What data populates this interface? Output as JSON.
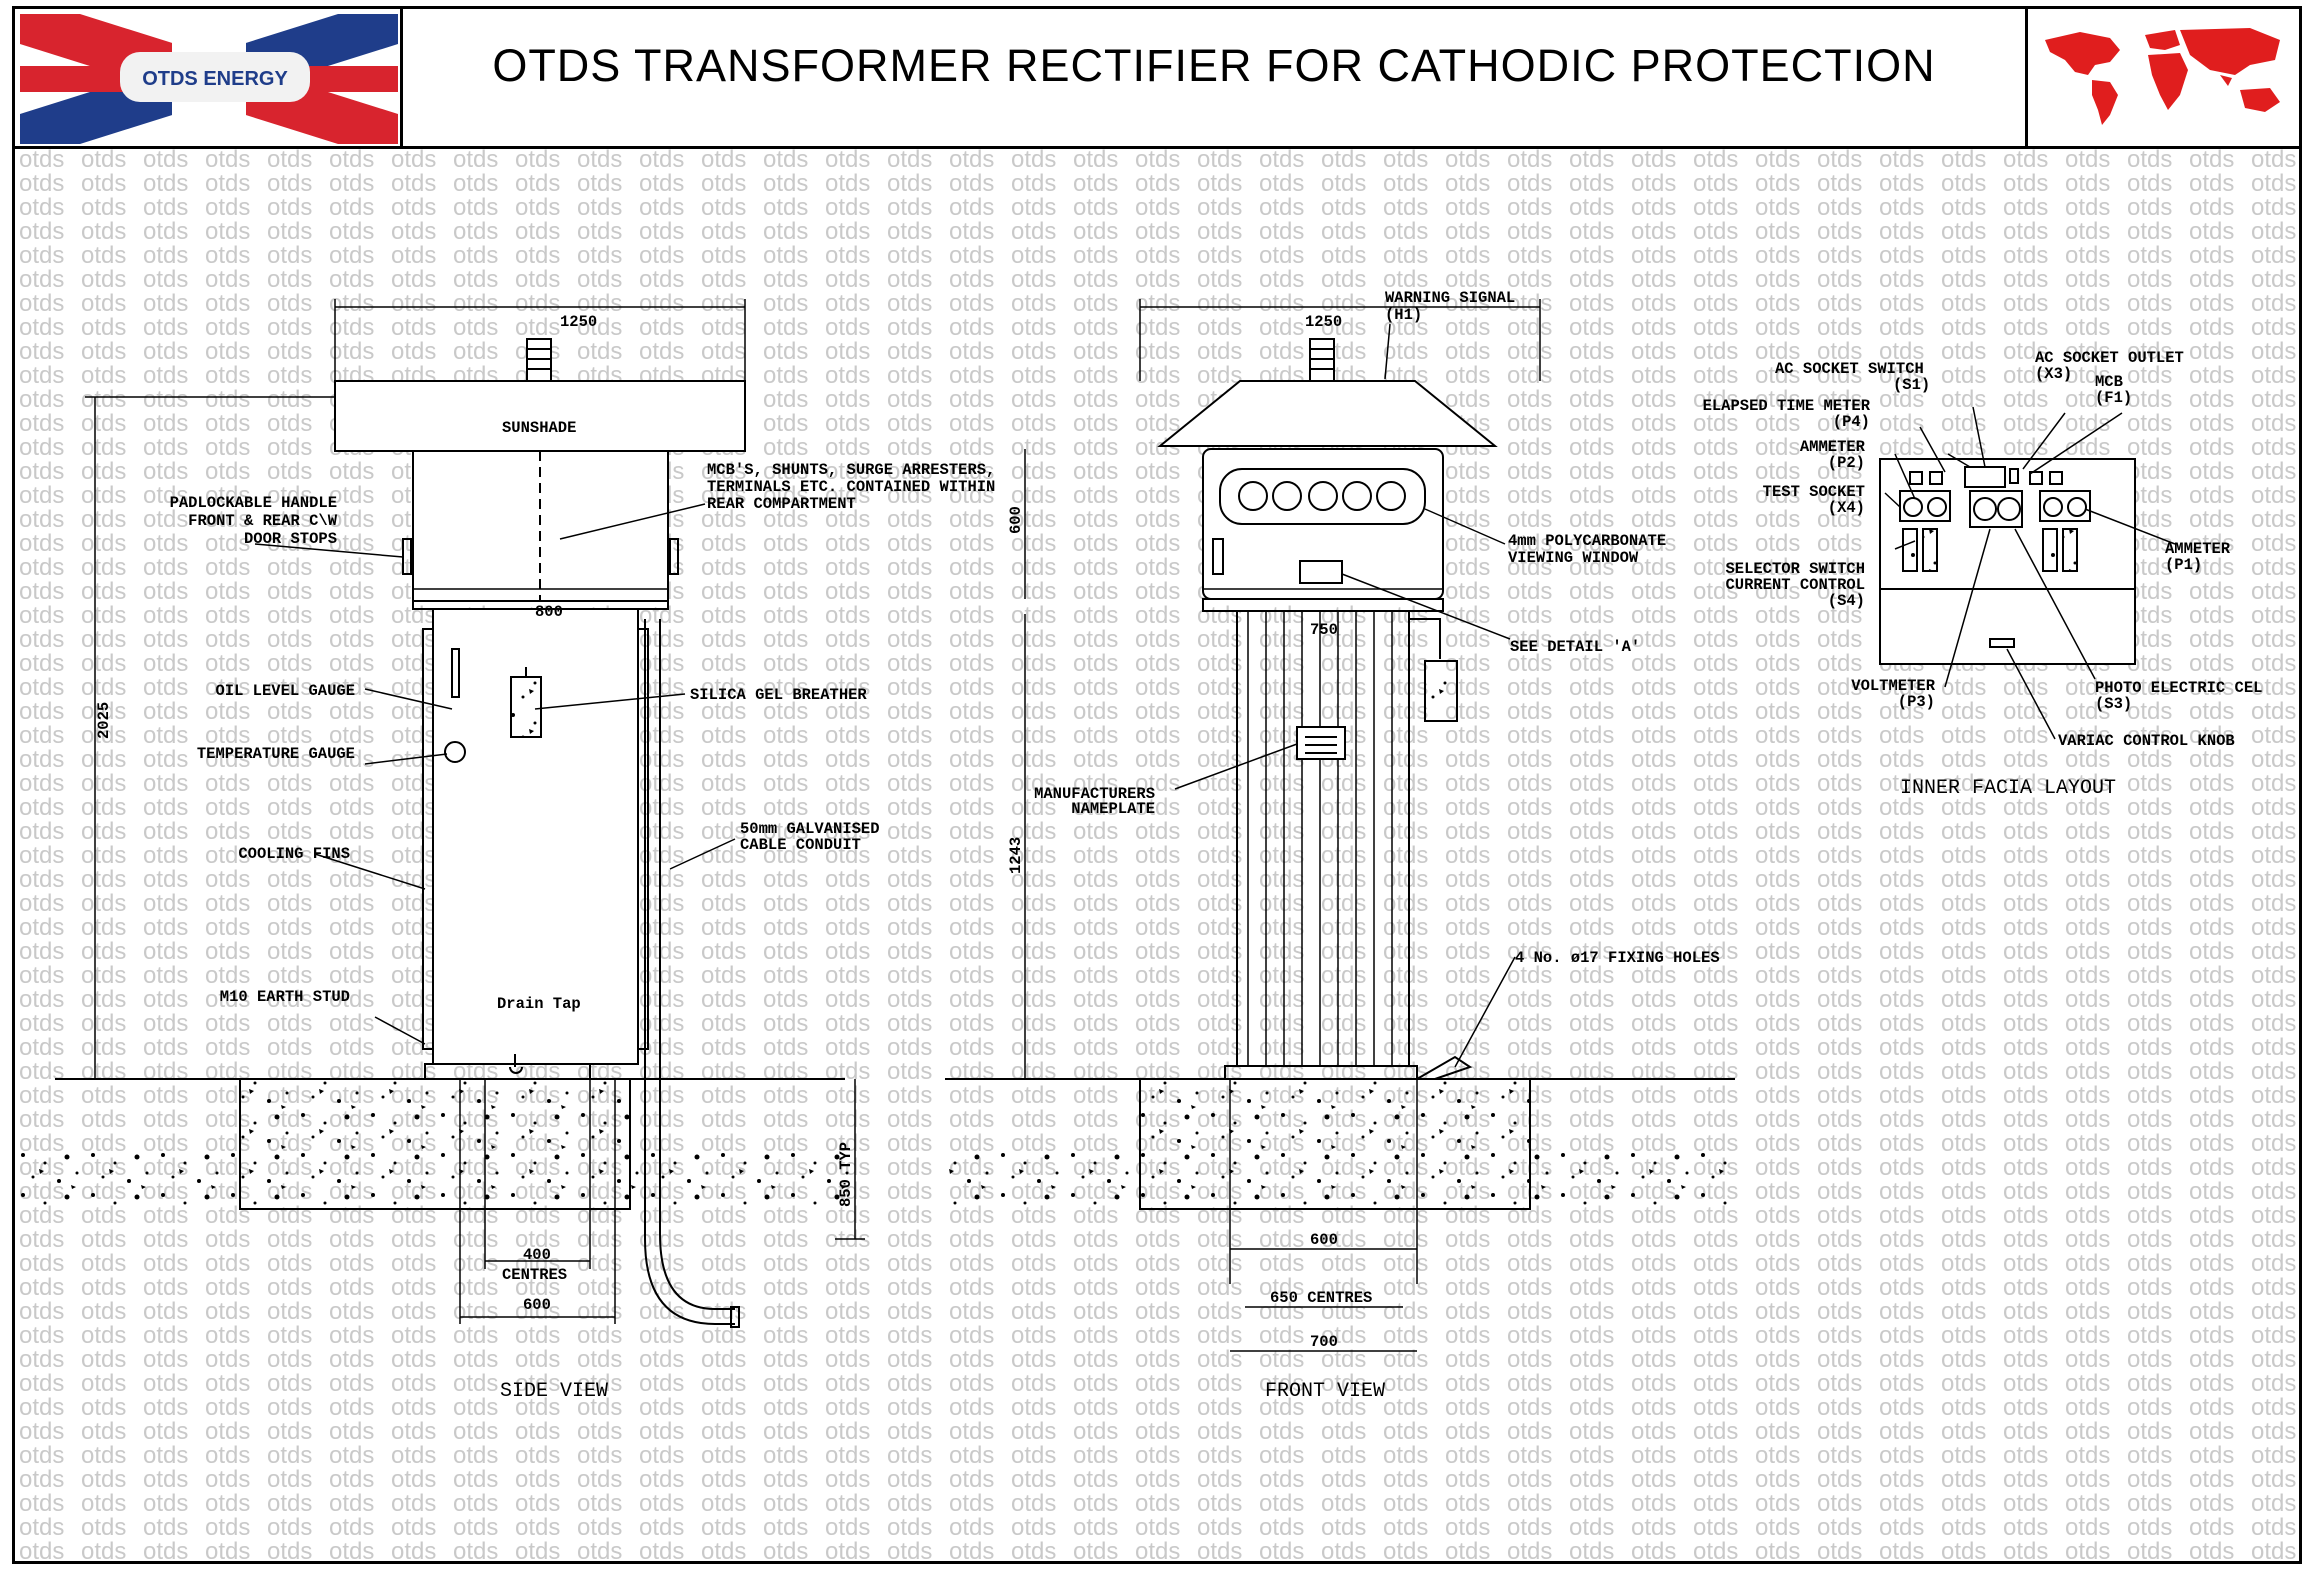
{
  "header": {
    "logo_text": "OTDS ENERGY",
    "title": "OTDS TRANSFORMER RECTIFIER FOR CATHODIC PROTECTION"
  },
  "watermark": "otds",
  "side_view": {
    "caption": "SIDE VIEW",
    "dim_top_width": "1250",
    "sunshade": "SUNSHADE",
    "dim_cabinet": "800",
    "dim_height": "2025",
    "dim_850": "850 TYP",
    "dim_400": "400",
    "centres": "CENTRES",
    "dim_600": "600",
    "drain_tap": "Drain Tap",
    "callouts": {
      "padlock": [
        "PADLOCKABLE HANDLE",
        "FRONT & REAR C\\W",
        "DOOR STOPS"
      ],
      "mcb": [
        "MCB'S, SHUNTS, SURGE ARRESTERS,",
        "TERMINALS ETC. CONTAINED WITHIN",
        "REAR COMPARTMENT"
      ],
      "oil": "OIL LEVEL GAUGE",
      "silica": "SILICA GEL BREATHER",
      "temp": "TEMPERATURE GAUGE",
      "cooling": "COOLING FINS",
      "conduit": [
        "50mm GALVANISED",
        "CABLE CONDUIT"
      ],
      "earth": "M10 EARTH STUD"
    }
  },
  "front_view": {
    "caption": "FRONT VIEW",
    "dim_top_width": "1250",
    "dim_600_vertical": "600",
    "dim_750": "750",
    "dim_1243": "1243",
    "dim_600": "600",
    "dim_650": "650 CENTRES",
    "dim_700": "700",
    "callouts": {
      "warning": [
        "WARNING SIGNAL",
        "(H1)"
      ],
      "window": [
        "4mm POLYCARBONATE",
        "VIEWING WINDOW"
      ],
      "detail": "SEE DETAIL 'A'",
      "nameplate": [
        "MANUFACTURERS",
        "NAMEPLATE"
      ],
      "fixing": "4 No. ø17 FIXING HOLES"
    }
  },
  "facia": {
    "caption": "INNER FACIA LAYOUT",
    "labels": {
      "ac_socket_switch": [
        "AC SOCKET SWITCH",
        "(S1)"
      ],
      "ac_socket_outlet": [
        "AC SOCKET OUTLET",
        "(X3)"
      ],
      "mcb": [
        "MCB",
        "(F1)"
      ],
      "elapsed": [
        "ELAPSED TIME METER",
        "(P4)"
      ],
      "ammeter_p2": [
        "AMMETER",
        "(P2)"
      ],
      "test_socket": [
        "TEST SOCKET",
        "(X4)"
      ],
      "ammeter_p1": [
        "AMMETER",
        "(P1)"
      ],
      "selector": [
        "SELECTOR SWITCH",
        "CURRENT CONTROL",
        "(S4)"
      ],
      "voltmeter": [
        "VOLTMETER",
        "(P3)"
      ],
      "photo": [
        "PHOTO ELECTRIC CEL",
        "(S3)"
      ],
      "variac": "VARIAC CONTROL KNOB"
    }
  },
  "colors": {
    "flag_red": "#d8242e",
    "flag_blue": "#1f3d8a",
    "map_red": "#e01e1e",
    "watermark": "#c9c9c9"
  }
}
